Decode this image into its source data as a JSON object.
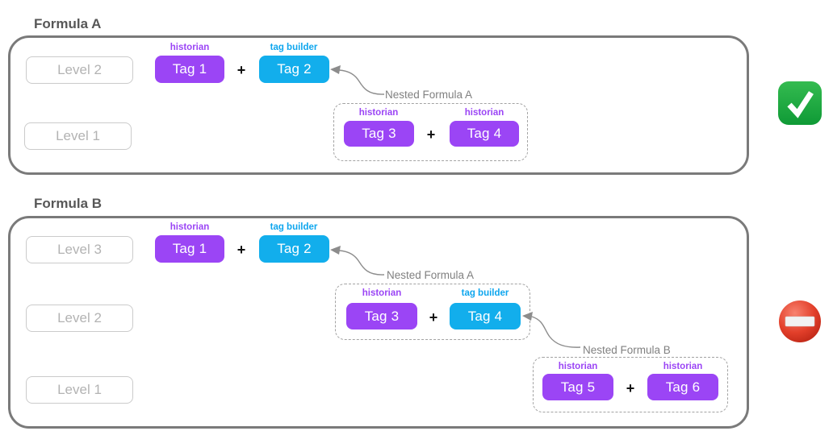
{
  "colors": {
    "historian_purple": "#9b45f5",
    "tag_builder_blue": "#12aeec",
    "approved_green": "#1daa3f",
    "denied_red": "#d6311f",
    "outline_gray": "#7a7a7a",
    "callout_gray": "#808080"
  },
  "formula_a": {
    "title": "Formula A",
    "status_icon": "approved-check",
    "levels": {
      "top": "Level 2",
      "bottom": "Level 1"
    },
    "expression": {
      "tag1_type": "historian",
      "tag1": "Tag 1",
      "operator": "+",
      "tag2_type": "tag builder",
      "tag2": "Tag 2"
    },
    "nested": {
      "callout": "Nested Formula A",
      "tag1_type": "historian",
      "tag1": "Tag 3",
      "operator": "+",
      "tag2_type": "historian",
      "tag2": "Tag 4"
    }
  },
  "formula_b": {
    "title": "Formula B",
    "status_icon": "no-entry",
    "levels": {
      "top": "Level 3",
      "middle": "Level 2",
      "bottom": "Level 1"
    },
    "expression": {
      "tag1_type": "historian",
      "tag1": "Tag 1",
      "operator": "+",
      "tag2_type": "tag builder",
      "tag2": "Tag 2"
    },
    "nested_a": {
      "callout": "Nested Formula A",
      "tag1_type": "historian",
      "tag1": "Tag 3",
      "operator": "+",
      "tag2_type": "tag builder",
      "tag2": "Tag 4"
    },
    "nested_b": {
      "callout": "Nested Formula B",
      "tag1_type": "historian",
      "tag1": "Tag 5",
      "operator": "+",
      "tag2_type": "historian",
      "tag2": "Tag 6"
    }
  }
}
